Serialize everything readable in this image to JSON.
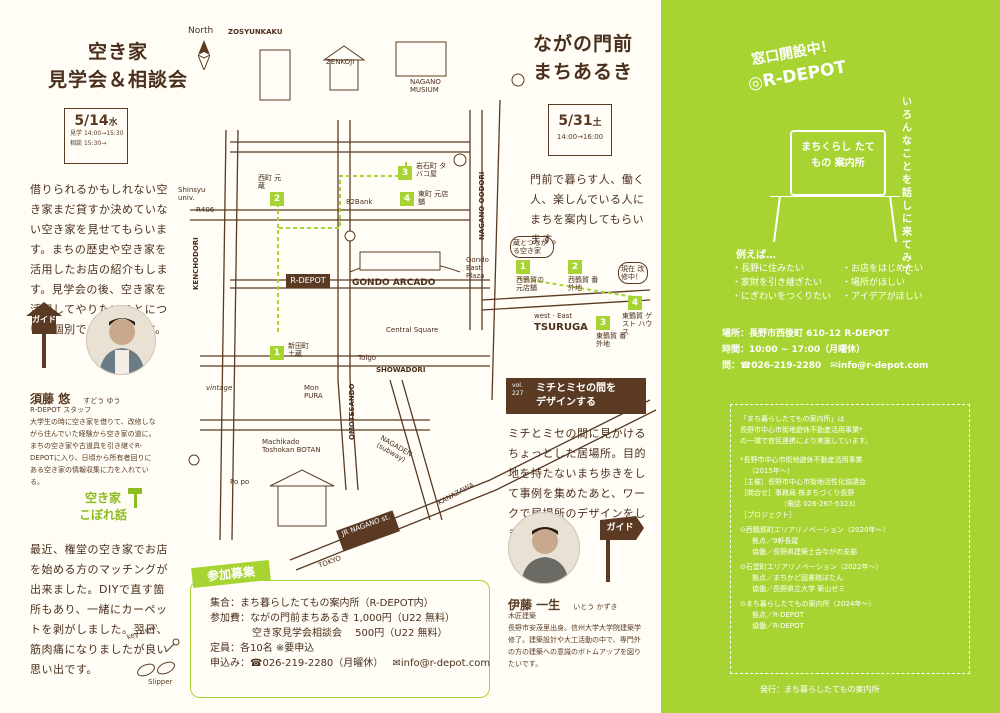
{
  "left": {
    "title_line1": "空き家",
    "title_line2": "見学会＆相談会",
    "date": "5/14",
    "weekday": "水",
    "time_tour_label": "見学",
    "time_tour": "14:00→15:30",
    "time_consult_label": "相談",
    "time_consult": "15:30→",
    "description": "借りられるかもしれない空き家まだ貸すか決めていない空き家を見せてもらいます。まちの歴史や空き家を活用したお店の紹介もします。見学会の後、空き家を活用してやりたいことについて個別でお話をします。",
    "guide_sign": "ガイド",
    "guide_name": "須藤 悠",
    "guide_kana": "すどう ゆう",
    "guide_role": "R-DEPOT スタッフ",
    "guide_bio": "大学生の時に空き家を借りて、改修しながら住んでいた経験から空き家の道に。まちの空き家や古道具を引き継ぐR-DEPOTに入り、日頃から所有者回りにある空き家の情報収集に力を入れている。",
    "story_title_line1": "空き家",
    "story_title_line2": "こぼれ話",
    "story_text": "最近、権堂の空き家でお店を始める方のマッチングが出来ました。DIYで直す箇所もあり、一緒にカーペットを剥がしました。翌日、筋肉痛になりましたが良い思い出です。",
    "doodle_key": "key item!",
    "doodle_slipper": "Slipper"
  },
  "map": {
    "north_label": "North",
    "zenkoji_gate": "ZOSYUNKAKU",
    "zenkoji": "ZENKOJI",
    "museum": "NAGANO MUSIUM",
    "shinsyu_univ": "Shinsyu univ.",
    "r406": "R406",
    "bank": "82Bank",
    "kenchodori": "KENCHODORI",
    "nagano_oodori": "NAGANO OODORI",
    "gondo_arcado": "GONDO ARCADO",
    "gondo_east_plaza": "Gondo East Plaza",
    "rdepot": "R-DEPOT",
    "toigo": "Toigo",
    "central_square": "Central Square",
    "showadori": "SHOWADORI",
    "omotesando": "OMOTESANDO",
    "monpura": "Mon PURA",
    "vintage": "vintage",
    "machikado": "Machikado Toshokan BOTAN",
    "nagaden": "NAGADEN (subway)",
    "jr_nagano": "JR NAGANO st.",
    "tokyo": "TOKYO",
    "kanazawa": "KANAZAWA",
    "popo": "Po po",
    "west_east": "west · East",
    "tsuruga": "TSURUGA",
    "stop1_left": "新田町 土蔵",
    "stop2_left": "西町 元蔵",
    "stop3_top": "岩石町 タバコ屋",
    "stop4_top": "東町 元店舗",
    "stop1_right": "西鶴賀の 元店舗",
    "stop2_right": "西鶴賀 番外地",
    "stop3_right": "東鶴賀 番外地",
    "stop4_right": "東鶴賀 ゲスト ハウス",
    "stop_bubble": "蔵とつながる空き家",
    "now_bubble": "現在 改修中！"
  },
  "center": {
    "title_line1": "ながの門前",
    "title_line2": "まちあるき",
    "date": "5/31",
    "weekday": "土",
    "time": "14:00→16:00",
    "description": "門前で暮らす人、働く人、楽しんでいる人にまちを案内してもらいます。",
    "vol_label": "vol.",
    "vol_num": "227",
    "design_title_line1": "ミチとミセの間を",
    "design_title_line2": "デザインする",
    "design_text": "ミチとミセの間に見かけるちょっとした居場所。目的地を持たないまち歩きをして事例を集めたあと、ワークで居場所のデザインをします。",
    "guide_sign": "ガイド",
    "guide_name": "伊藤 一生",
    "guide_kana": "いとう かずき",
    "guide_role": "木匠建築",
    "guide_bio": "長野市安茂里出身。信州大学大学院建築学修了。建築設計や大工活動の中で、専門外の方の建築への意識のボトムアップを図りたいです。"
  },
  "recruit": {
    "label": "参加募集",
    "meeting": "集合：まち暮らしたてもの案内所（R-DEPOT内）",
    "fee_label": "参加費：",
    "fee_line1": "ながの門前まちあるき 1,000円（U22 無料）",
    "fee_line2": "空き家見学会相談会　 500円（U22 無料）",
    "capacity": "定員：各10名 ※要申込",
    "apply_label": "申込み：",
    "apply_phone": "☎026-219-2280（月曜休）",
    "apply_mail": "✉info@r-depot.com"
  },
  "right": {
    "banner_line1": "窓口開設中！",
    "banner_line2": "◎R-DEPOT",
    "sign_text": "まちくらし たてもの 案内所",
    "side_text": "いろんなことを話しに来てみて",
    "examples_title": "例えば…",
    "examples_left": [
      "長野に住みたい",
      "家財を引き継ぎたい",
      "にぎわいをつくりたい"
    ],
    "examples_right": [
      "お店をはじめたい",
      "場所がほしい",
      "アイデアがほしい"
    ],
    "place": "場所：長野市西後町 610-12 R-DEPOT",
    "hours": "時間：10:00 ~ 17:00（月曜休）",
    "contact": "問：☎026-219-2280　✉info@r-depot.com",
    "box_line1": "「まち暮らしたてもの案内所」は",
    "box_line2": "長野市中心市街地遊休不動産活用事業*",
    "box_line3": "の一環で官民連携により実施しています。",
    "box_note1": "*長野市中心市街地遊休不動産活用事業",
    "box_note2": "（2015年〜）",
    "box_org1": "［主催］長野市中心市街地活性化協議会",
    "box_org2": "［問合せ］事務局 株まちづくり長野",
    "box_org3": "（電話 026-267-5323）",
    "box_project": "［プロジェクト］",
    "proj1_title": "⊙西鶴賀町エリアリノベーション（2020年〜）",
    "proj1_a": "拠点／9軒長屋",
    "proj1_b": "協働／長野県建築士会ながの支部",
    "proj2_title": "⊙石堂町エリアリノベーション（2022年〜）",
    "proj2_a": "拠点／まちかど図書館ぼたん",
    "proj2_b": "協働／長野県立大学 築山ゼミ",
    "proj3_title": "⊙まち暮らしたてもの案内所（2024年〜）",
    "proj3_a": "拠点／R-DEPOT",
    "proj3_b": "協働／R-DEPOT",
    "publisher": "発行：まち暮らしたてもの案内所"
  }
}
